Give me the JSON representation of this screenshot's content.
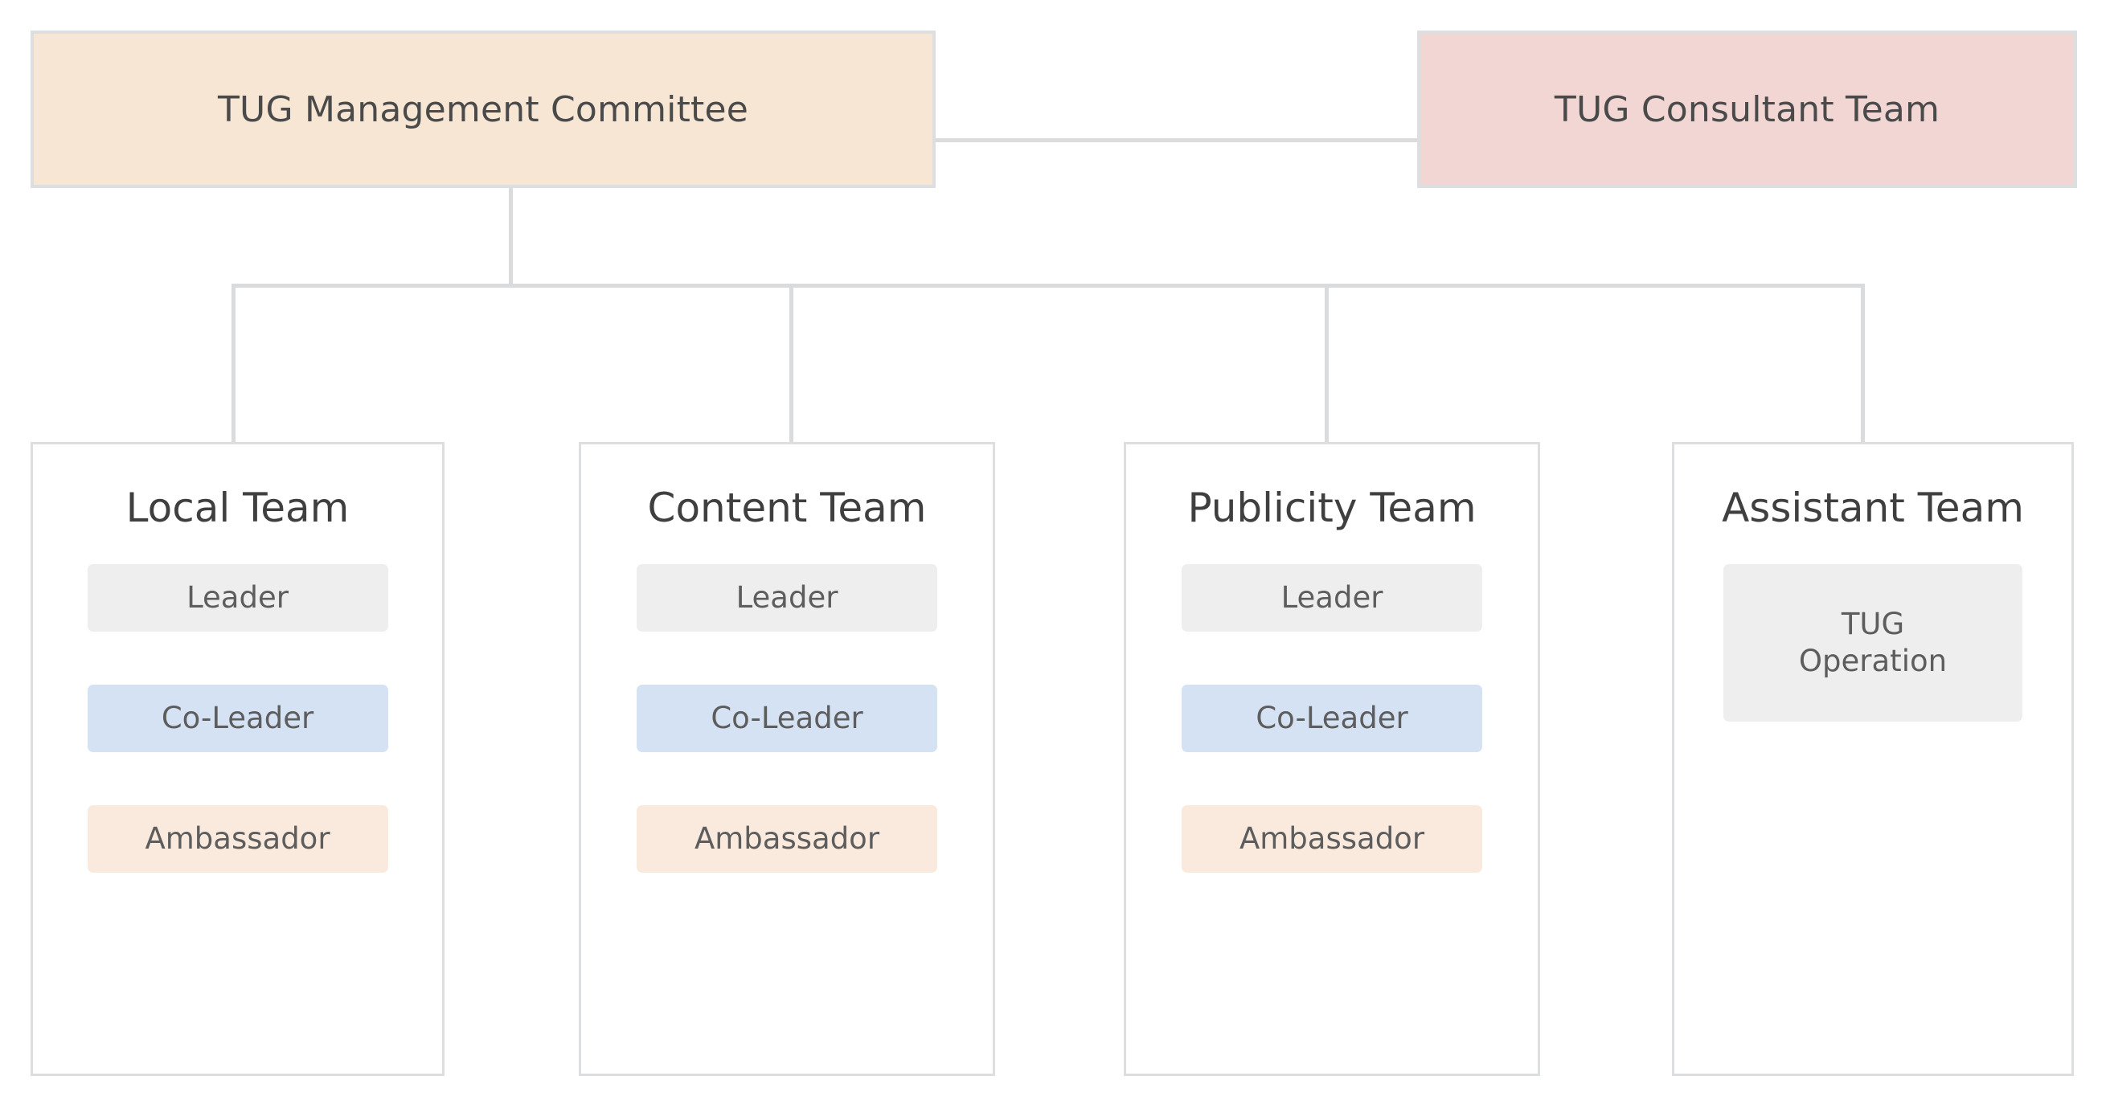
{
  "diagram": {
    "title_nodes": [
      {
        "id": "management",
        "label": "TUG Management Committee",
        "color": "#f7e6d3"
      },
      {
        "id": "consultant",
        "label": "TUG Consultant Team",
        "color": "#f2d6d4"
      }
    ],
    "teams": [
      {
        "id": "local",
        "title": "Local Team",
        "roles": [
          {
            "label": "Leader",
            "color": "#eeeeee"
          },
          {
            "label": "Co-Leader",
            "color": "#d5e2f3"
          },
          {
            "label": "Ambassador",
            "color": "#faeade"
          }
        ]
      },
      {
        "id": "content",
        "title": "Content Team",
        "roles": [
          {
            "label": "Leader",
            "color": "#eeeeee"
          },
          {
            "label": "Co-Leader",
            "color": "#d5e2f3"
          },
          {
            "label": "Ambassador",
            "color": "#faeade"
          }
        ]
      },
      {
        "id": "publicity",
        "title": "Publicity Team",
        "roles": [
          {
            "label": "Leader",
            "color": "#eeeeee"
          },
          {
            "label": "Co-Leader",
            "color": "#d5e2f3"
          },
          {
            "label": "Ambassador",
            "color": "#faeade"
          }
        ]
      },
      {
        "id": "assistant",
        "title": "Assistant Team",
        "roles": [
          {
            "label": "TUG\nOperation",
            "color": "#eeeeee"
          }
        ]
      }
    ],
    "line_color": "#d9dbdd",
    "border_color": "#dcdee0",
    "text_color": "#4a4a4a"
  }
}
